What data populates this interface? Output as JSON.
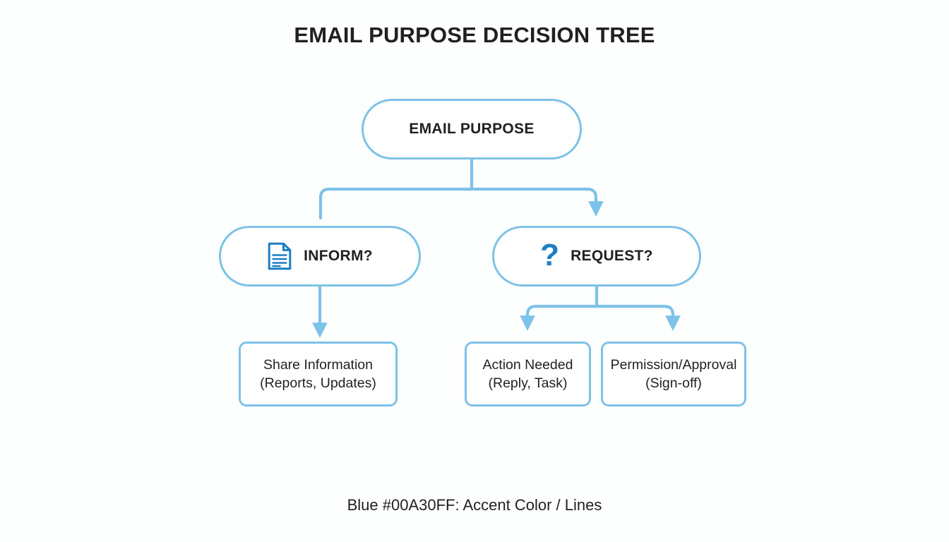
{
  "title": "EMAIL PURPOSE DECISION TREE",
  "caption": "Blue #00A30FF: Accent Color / Lines",
  "colors": {
    "accent_label": "#00A30FF",
    "border_blue": "#7DC2E8",
    "icon_blue": "#1B7FC4",
    "line_blue": "#7DC2E8",
    "text": "#231F20",
    "background": "#FDFEFE"
  },
  "nodes": {
    "root": {
      "label": "EMAIL PURPOSE",
      "shape": "pill"
    },
    "inform": {
      "label": "INFORM?",
      "icon": "document-icon",
      "shape": "pill"
    },
    "request": {
      "label": "REQUEST?",
      "icon": "question-mark-icon",
      "glyph": "?",
      "shape": "pill"
    },
    "share": {
      "line1": "Share Information",
      "line2": "(Reports, Updates)",
      "shape": "rounded-rect"
    },
    "action": {
      "line1": "Action Needed",
      "line2": "(Reply, Task)",
      "shape": "rounded-rect"
    },
    "permission": {
      "line1": "Permission/Approval",
      "line2": "(Sign-off)",
      "shape": "rounded-rect"
    }
  },
  "chart_data": {
    "type": "diagram",
    "diagram_type": "decision-tree",
    "title": "EMAIL PURPOSE DECISION TREE",
    "root": "EMAIL PURPOSE",
    "nodes": [
      {
        "id": "root",
        "label": "EMAIL PURPOSE",
        "level": 0,
        "shape": "pill"
      },
      {
        "id": "inform",
        "label": "INFORM?",
        "level": 1,
        "shape": "pill",
        "icon": "document-icon"
      },
      {
        "id": "request",
        "label": "REQUEST?",
        "level": 1,
        "shape": "pill",
        "icon": "question-mark-icon"
      },
      {
        "id": "share",
        "label": "Share Information (Reports, Updates)",
        "level": 2,
        "shape": "rounded-rect"
      },
      {
        "id": "action",
        "label": "Action Needed (Reply, Task)",
        "level": 2,
        "shape": "rounded-rect"
      },
      {
        "id": "permission",
        "label": "Permission/Approval (Sign-off)",
        "level": 2,
        "shape": "rounded-rect"
      }
    ],
    "edges": [
      {
        "from": "root",
        "to": "inform",
        "arrowhead": false
      },
      {
        "from": "root",
        "to": "request",
        "arrowhead": true
      },
      {
        "from": "inform",
        "to": "share",
        "arrowhead": true
      },
      {
        "from": "request",
        "to": "action",
        "arrowhead": true
      },
      {
        "from": "request",
        "to": "permission",
        "arrowhead": true
      }
    ],
    "legend": "Blue #00A30FF: Accent Color / Lines"
  }
}
